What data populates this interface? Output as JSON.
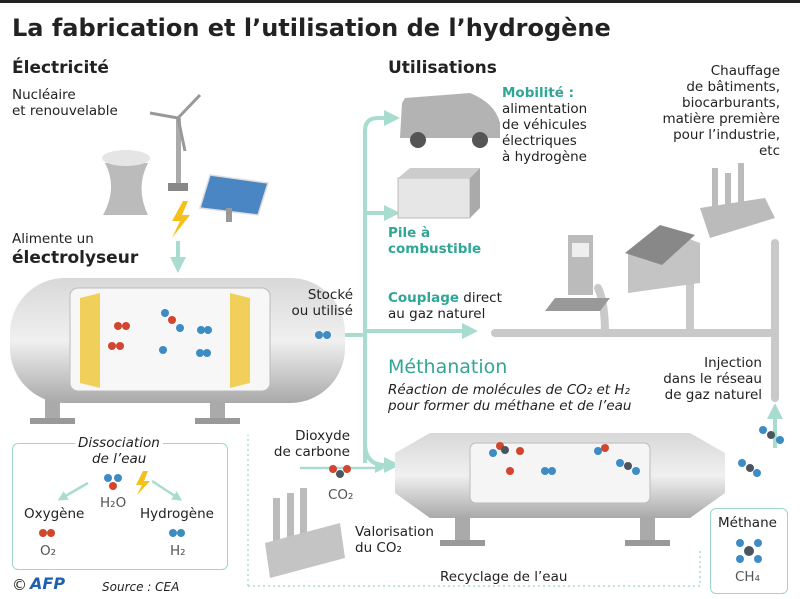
{
  "title": "La fabrication et l’utilisation de l’hydrogène",
  "electricity": {
    "heading": "Électricité",
    "line1": "Nucléaire",
    "line2": "et renouvelable",
    "feeds1": "Alimente un",
    "feeds2": "électrolyseur"
  },
  "stored": {
    "line1": "Stocké",
    "line2": "ou utilisé"
  },
  "uses": {
    "heading": "Utilisations",
    "mobility": {
      "label": "Mobilité :",
      "lines": [
        "alimentation",
        "de véhicules",
        "électriques",
        "à hydrogène"
      ]
    },
    "fuelcell": {
      "line1": "Pile à",
      "line2": "combustible"
    },
    "coupling": {
      "label": "Couplage",
      "rest": " direct",
      "line2": "au gaz naturel"
    },
    "heating": {
      "lines": [
        "Chauffage",
        "de bâtiments,",
        "biocarburants,",
        "matière première",
        "pour l’industrie,",
        "etc"
      ]
    }
  },
  "methanation": {
    "heading": "Méthanation",
    "line1": "Réaction de molécules de CO₂ et H₂",
    "line2": "pour former du méthane et de l’eau"
  },
  "injection": {
    "lines": [
      "Injection",
      "dans le réseau",
      "de gaz naturel"
    ]
  },
  "co2": {
    "line1": "Dioxyde",
    "line2": "de carbone",
    "formula": "CO₂",
    "valor1": "Valorisation",
    "valor2": "du CO₂"
  },
  "recycling": "Recyclage de l’eau",
  "dissociation": {
    "title1": "Dissociation",
    "title2": "de l’eau",
    "water": "H₂O",
    "oxygen": "Oxygène",
    "o2": "O₂",
    "hydrogen": "Hydrogène",
    "h2": "H₂"
  },
  "methane": {
    "label": "Méthane",
    "formula": "CH₄"
  },
  "credit": {
    "copyright": "©",
    "agency": "AFP",
    "source": "Source : CEA"
  },
  "colors": {
    "teal": "#2fa696",
    "arrow": "#a8dccf",
    "hydrogen": "#3d8cc4",
    "oxygen": "#d2452e",
    "carbon": "#4a5560"
  }
}
